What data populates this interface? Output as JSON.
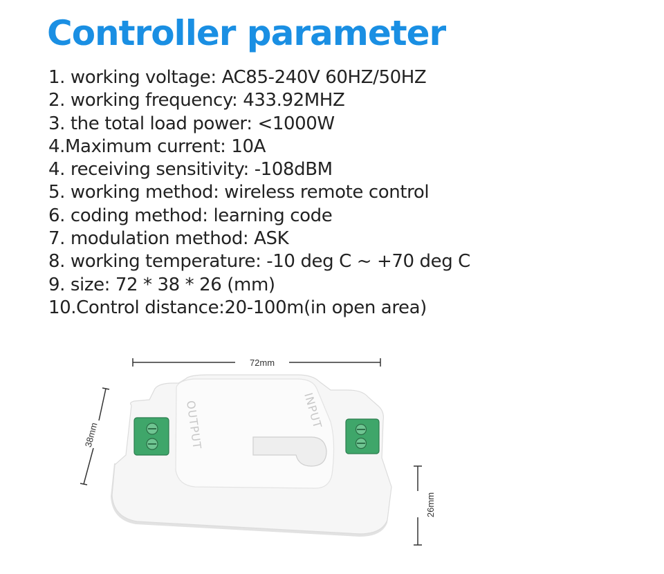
{
  "title": "Controller parameter",
  "colors": {
    "title": "#1a8fe3",
    "text": "#222222",
    "dimension_line": "#333333",
    "device_body": "#f6f6f6",
    "device_shadow": "#e2e2e2",
    "terminal_green": "#3fa66a"
  },
  "specs": [
    "1. working voltage: AC85-240V 60HZ/50HZ",
    "2. working frequency: 433.92MHZ",
    "3. the total load power: <1000W",
    "4.Maximum current: 10A",
    "4. receiving sensitivity: -108dBM",
    "5. working method: wireless remote control",
    "6. coding method: learning code",
    "7. modulation method: ASK",
    "8. working temperature: -10 deg C ~ +70 deg C",
    "9. size: 72 * 38 * 26 (mm)",
    "10.Control distance:20-100m(in open area)"
  ],
  "figure": {
    "width_label": "72mm",
    "depth_label": "38mm",
    "height_label": "26mm",
    "molded_text_left": "OUTPUT",
    "molded_text_right": "INPUT"
  }
}
